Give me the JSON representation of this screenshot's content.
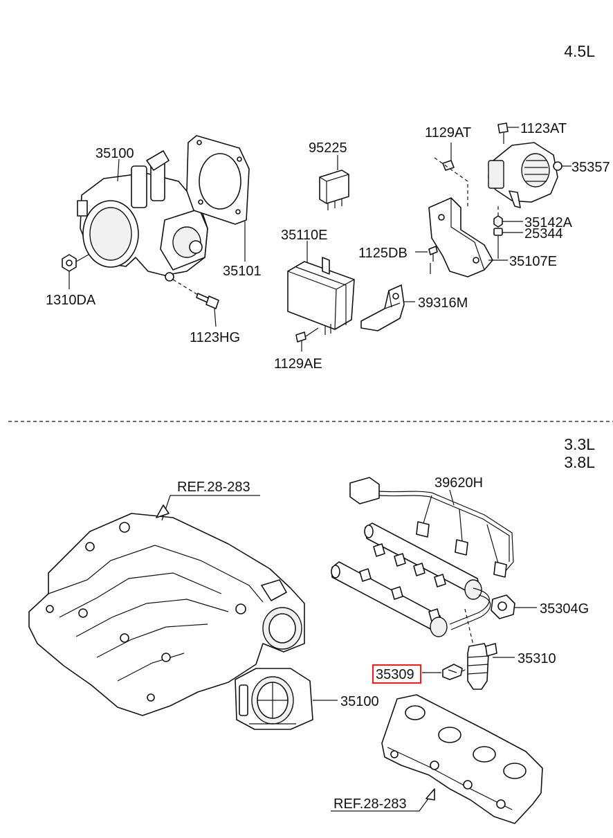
{
  "sections": {
    "top_engine": "4.5L",
    "bottom_engine_1": "3.3L",
    "bottom_engine_2": "3.8L"
  },
  "labels": {
    "p35100_top": "35100",
    "p35101": "35101",
    "p1310DA": "1310DA",
    "p1123HG": "1123HG",
    "p95225": "95225",
    "p35110E": "35110E",
    "p1129AE": "1129AE",
    "p39316M": "39316M",
    "p1129AT": "1129AT",
    "p1123AT": "1123AT",
    "p35357": "35357",
    "p35142A": "35142A",
    "p25344": "25344",
    "p1125DB": "1125DB",
    "p35107E": "35107E",
    "ref_top": "REF.28-283",
    "p39620H": "39620H",
    "p35304G": "35304G",
    "p35310": "35310",
    "p35309": "35309",
    "p35100_bottom": "35100",
    "ref_bottom": "REF.28-283"
  },
  "colors": {
    "highlight": "#e0282c",
    "line": "#111111"
  }
}
